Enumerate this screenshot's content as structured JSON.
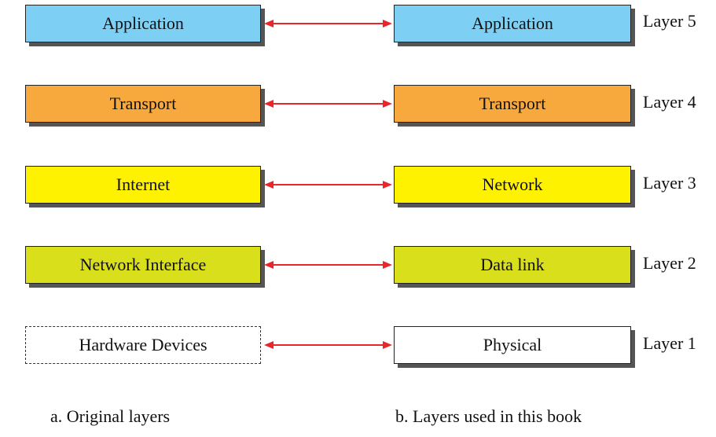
{
  "colors": {
    "application": "#7ecff4",
    "transport": "#f8a93e",
    "internet": "#fff200",
    "network_interface": "#d9df1b",
    "physical": "#ffffff",
    "arrow": "#e8262b"
  },
  "original": {
    "caption": "a. Original layers",
    "layers": [
      "Application",
      "Transport",
      "Internet",
      "Network Interface",
      "Hardware Devices"
    ]
  },
  "book": {
    "caption": "b. Layers used in this book",
    "layers": [
      "Application",
      "Transport",
      "Network",
      "Data link",
      "Physical"
    ]
  },
  "layer_labels": [
    "Layer 5",
    "Layer 4",
    "Layer 3",
    "Layer 2",
    "Layer 1"
  ]
}
